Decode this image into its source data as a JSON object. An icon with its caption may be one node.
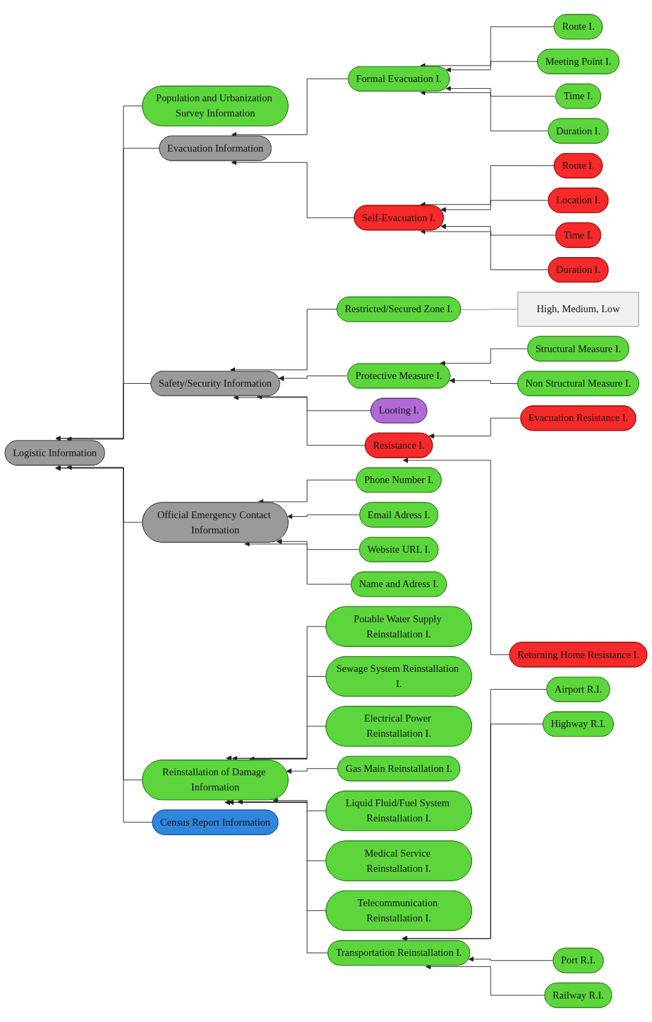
{
  "diagram": {
    "nodes": [
      {
        "text": [
          "Logistic Information"
        ]
      },
      {
        "text": [
          "Population and Urbanization Survey Information"
        ]
      },
      {
        "text": [
          "Evacuation Information"
        ]
      },
      {
        "text": [
          "Safety/Security Information"
        ]
      },
      {
        "text": [
          "Official Emergency Contact Information"
        ]
      },
      {
        "text": [
          "Reinstallation of Damage Information"
        ]
      },
      {
        "text": [
          "Census Report Information"
        ]
      },
      {
        "text": [
          "Formal Evacuation I."
        ]
      },
      {
        "text": [
          "Self-Evacuation I."
        ]
      },
      {
        "text": [
          "Restricted/Secured Zone I."
        ]
      },
      {
        "text": [
          "Protective Measure I."
        ]
      },
      {
        "text": [
          "Looting I."
        ]
      },
      {
        "text": [
          "Resistance I."
        ]
      },
      {
        "text": [
          "Phone Number I."
        ]
      },
      {
        "text": [
          "Email Adress I."
        ]
      },
      {
        "text": [
          "Website URL I."
        ]
      },
      {
        "text": [
          "Name and Adress I."
        ]
      },
      {
        "text": [
          "Potable Water Supply Reinstallation I."
        ]
      },
      {
        "text": [
          "Sewage System Reinstallation I."
        ]
      },
      {
        "text": [
          "Electrical Power Reinstallation I."
        ]
      },
      {
        "text": [
          "Gas Main Reinstallation I."
        ]
      },
      {
        "text": [
          "Liquid Fluid/Fuel System Reinstallation I."
        ]
      },
      {
        "text": [
          "Medical Service Reinstallation I."
        ]
      },
      {
        "text": [
          "Telecommunication Reinstallation I."
        ]
      },
      {
        "text": [
          "Transportation Reinstallation I."
        ]
      },
      {
        "text": [
          "Route I."
        ]
      },
      {
        "text": [
          "Meeting Point I."
        ]
      },
      {
        "text": [
          "Time I."
        ]
      },
      {
        "text": [
          "Duration I."
        ]
      },
      {
        "text": [
          "Route I."
        ]
      },
      {
        "text": [
          "Location I."
        ]
      },
      {
        "text": [
          "Time I."
        ]
      },
      {
        "text": [
          "Duration I."
        ]
      },
      {
        "text": [
          "Structural Measure I."
        ]
      },
      {
        "text": [
          "Non Structural Measure I."
        ]
      },
      {
        "text": [
          "Evacuation Resistance I."
        ]
      },
      {
        "text": [
          "Returning Home Resistance I."
        ]
      },
      {
        "text": [
          "Airport R.I."
        ]
      },
      {
        "text": [
          "Highway R.I."
        ]
      },
      {
        "text": [
          "Port R.I."
        ]
      },
      {
        "text": [
          "Railway R.I."
        ]
      },
      {
        "text": [
          "High, Medium, Low"
        ]
      }
    ],
    "edges": [
      {
        "from": 1,
        "to": 0,
        "arrow": "to"
      },
      {
        "from": 2,
        "to": 0,
        "arrow": "to"
      },
      {
        "from": 7,
        "to": 2,
        "arrow": "to"
      },
      {
        "from": 25,
        "to": 7,
        "arrow": "to"
      },
      {
        "from": 26,
        "to": 7,
        "arrow": "to"
      },
      {
        "from": 27,
        "to": 7,
        "arrow": "to"
      },
      {
        "from": 28,
        "to": 7,
        "arrow": "to"
      },
      {
        "from": 8,
        "to": 2,
        "arrow": "to"
      },
      {
        "from": 29,
        "to": 8,
        "arrow": "to"
      },
      {
        "from": 30,
        "to": 8,
        "arrow": "to"
      },
      {
        "from": 31,
        "to": 8,
        "arrow": "to"
      },
      {
        "from": 32,
        "to": 8,
        "arrow": "to"
      },
      {
        "from": 3,
        "to": 0,
        "arrow": "to"
      },
      {
        "from": 9,
        "to": 3,
        "arrow": "to"
      },
      {
        "from": 41,
        "to": 9,
        "arrow": "none",
        "color": "#888888"
      },
      {
        "from": 10,
        "to": 3,
        "arrow": "to"
      },
      {
        "from": 33,
        "to": 10,
        "arrow": "to"
      },
      {
        "from": 34,
        "to": 10,
        "arrow": "to"
      },
      {
        "from": 11,
        "to": 3,
        "arrow": "to"
      },
      {
        "from": 12,
        "to": 3,
        "arrow": "to"
      },
      {
        "from": 35,
        "to": 12,
        "arrow": "to"
      },
      {
        "from": 36,
        "to": 12,
        "arrow": "to"
      },
      {
        "from": 4,
        "to": 0,
        "arrow": "to"
      },
      {
        "from": 13,
        "to": 4,
        "arrow": "to"
      },
      {
        "from": 14,
        "to": 4,
        "arrow": "to"
      },
      {
        "from": 15,
        "to": 4,
        "arrow": "to"
      },
      {
        "from": 16,
        "to": 4,
        "arrow": "to"
      },
      {
        "from": 5,
        "to": 0,
        "arrow": "to"
      },
      {
        "from": 17,
        "to": 5,
        "arrow": "to"
      },
      {
        "from": 18,
        "to": 5,
        "arrow": "to"
      },
      {
        "from": 19,
        "to": 5,
        "arrow": "to"
      },
      {
        "from": 20,
        "to": 5,
        "arrow": "to"
      },
      {
        "from": 21,
        "to": 5,
        "arrow": "to"
      },
      {
        "from": 22,
        "to": 5,
        "arrow": "to"
      },
      {
        "from": 23,
        "to": 5,
        "arrow": "to"
      },
      {
        "from": 24,
        "to": 5,
        "arrow": "to"
      },
      {
        "from": 37,
        "to": 24,
        "arrow": "to"
      },
      {
        "from": 38,
        "to": 24,
        "arrow": "to"
      },
      {
        "from": 39,
        "to": 24,
        "arrow": "to"
      },
      {
        "from": 40,
        "to": 24,
        "arrow": "to"
      },
      {
        "from": 6,
        "to": 0,
        "arrow": "to"
      }
    ]
  }
}
